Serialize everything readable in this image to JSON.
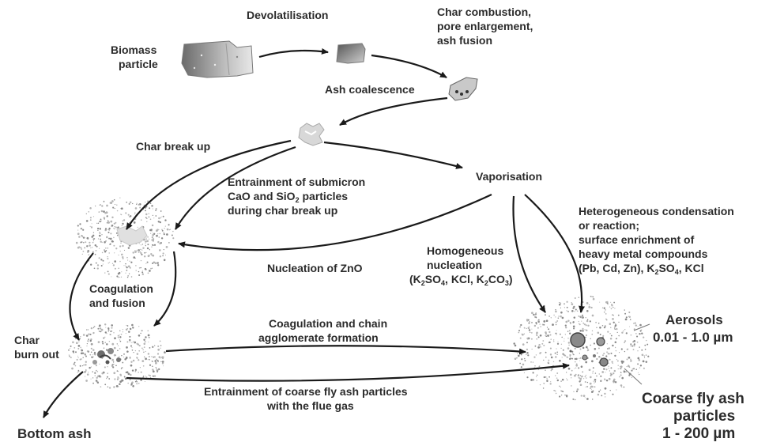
{
  "labels": {
    "biomass_1": "Biomass",
    "biomass_2": "particle",
    "devolatilisation": "Devolatilisation",
    "char_comb_1": "Char combustion,",
    "char_comb_2": "pore enlargement,",
    "char_comb_3": "ash fusion",
    "ash_coalescence": "Ash coalescence",
    "char_break_up": "Char break up",
    "entrain_sub_1": "Entrainment of submicron",
    "entrain_sub_2a": "CaO and SiO",
    "entrain_sub_2sub": "2",
    "entrain_sub_2b": " particles",
    "entrain_sub_3": "during char break up",
    "vaporisation": "Vaporisation",
    "hetero_1": "Heterogeneous condensation",
    "hetero_2": "or reaction;",
    "hetero_3": "surface enrichment of",
    "hetero_4": "heavy metal compounds",
    "hetero_5a": "(Pb, Cd, Zn), K",
    "hetero_5sub1": "2",
    "hetero_5b": "SO",
    "hetero_5sub2": "4",
    "hetero_5c": ", KCl",
    "homo_1": "Homogeneous",
    "homo_2": "nucleation",
    "homo_3a": "(K",
    "homo_3s1": "2",
    "homo_3b": "SO",
    "homo_3s2": "4",
    "homo_3c": ", KCl, K",
    "homo_3s3": "2",
    "homo_3d": "CO",
    "homo_3s4": "3",
    "homo_3e": ")",
    "nucleation_zno": "Nucleation of ZnO",
    "coag_fusion_1": "Coagulation",
    "coag_fusion_2": "and fusion",
    "char_burn_1": "Char",
    "char_burn_2": "burn out",
    "coag_chain_1": "Coagulation and chain",
    "coag_chain_2": "agglomerate formation",
    "entrain_coarse_1": "Entrainment of coarse fly ash particles",
    "entrain_coarse_2": "with the flue gas",
    "bottom_ash": "Bottom ash",
    "aerosols_1": "Aerosols",
    "aerosols_2": "0.01 - 1.0 µm",
    "coarse_1": "Coarse fly ash",
    "coarse_2": "particles",
    "coarse_3": "1 - 200 µm"
  },
  "colors": {
    "line": "#1a1a1a",
    "text": "#2b2b2b",
    "particle_dark": "#555555",
    "particle_light": "#dddddd"
  }
}
